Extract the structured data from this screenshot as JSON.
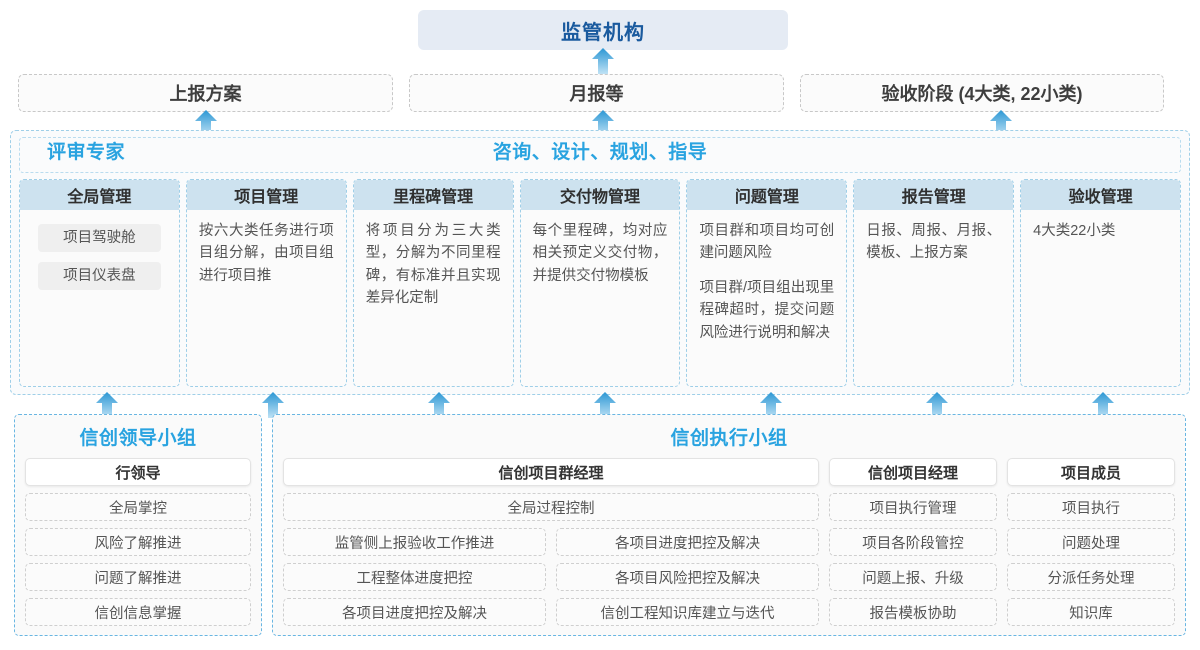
{
  "colors": {
    "brand_blue": "#29a3e0",
    "title_blue": "#1a5a9e",
    "header_fill": "#cde2ef",
    "top_fill": "#e5ebf4",
    "arrow_blue": "#2f9fd8"
  },
  "top": {
    "title": "监管机构"
  },
  "channels": [
    {
      "label": "上报方案"
    },
    {
      "label": "月报等"
    },
    {
      "label": "验收阶段 (4大类, 22小类)"
    }
  ],
  "middle": {
    "band_left_label": "评审专家",
    "band_center_label": "咨询、设计、规划、指导",
    "columns": [
      {
        "header": "全局管理",
        "kind": "pills",
        "pills": [
          "项目驾驶舱",
          "项目仪表盘"
        ],
        "paragraphs": []
      },
      {
        "header": "项目管理",
        "kind": "text",
        "pills": [],
        "paragraphs": [
          "按六大类任务进行项目组分解，由项目组进行项目推"
        ]
      },
      {
        "header": "里程碑管理",
        "kind": "text",
        "pills": [],
        "paragraphs": [
          "将项目分为三大类型，分解为不同里程碑，有标准并且实现差异化定制"
        ]
      },
      {
        "header": "交付物管理",
        "kind": "text",
        "pills": [],
        "paragraphs": [
          "每个里程碑，均对应相关预定义交付物，并提供交付物模板"
        ]
      },
      {
        "header": "问题管理",
        "kind": "text",
        "pills": [],
        "paragraphs": [
          "项目群和项目均可创建问题风险",
          "项目群/项目组出现里程碑超时，提交问题风险进行说明和解决"
        ]
      },
      {
        "header": "报告管理",
        "kind": "text",
        "pills": [],
        "paragraphs": [
          "日报、周报、月报、模板、上报方案"
        ]
      },
      {
        "header": "验收管理",
        "kind": "text",
        "pills": [],
        "paragraphs": [
          "4大类22小类"
        ]
      }
    ]
  },
  "bottom": {
    "left_group": {
      "title": "信创领导小组",
      "role_head": "行领导",
      "items": [
        "全局掌控",
        "风险了解推进",
        "问题了解推进",
        "信创信息掌握"
      ]
    },
    "right_group": {
      "title": "信创执行小组",
      "program_manager": {
        "role_head": "信创项目群经理",
        "full_item": "全局过程控制",
        "grid_items": [
          "监管侧上报验收工作推进",
          "各项目进度把控及解决",
          "工程整体进度把控",
          "各项目风险把控及解决",
          "各项目进度把控及解决",
          "信创工程知识库建立与迭代"
        ]
      },
      "project_manager": {
        "role_head": "信创项目经理",
        "items": [
          "项目执行管理",
          "项目各阶段管控",
          "问题上报、升级",
          "报告模板协助"
        ]
      },
      "project_member": {
        "role_head": "项目成员",
        "items": [
          "项目执行",
          "问题处理",
          "分派任务处理",
          "知识库"
        ]
      }
    }
  }
}
